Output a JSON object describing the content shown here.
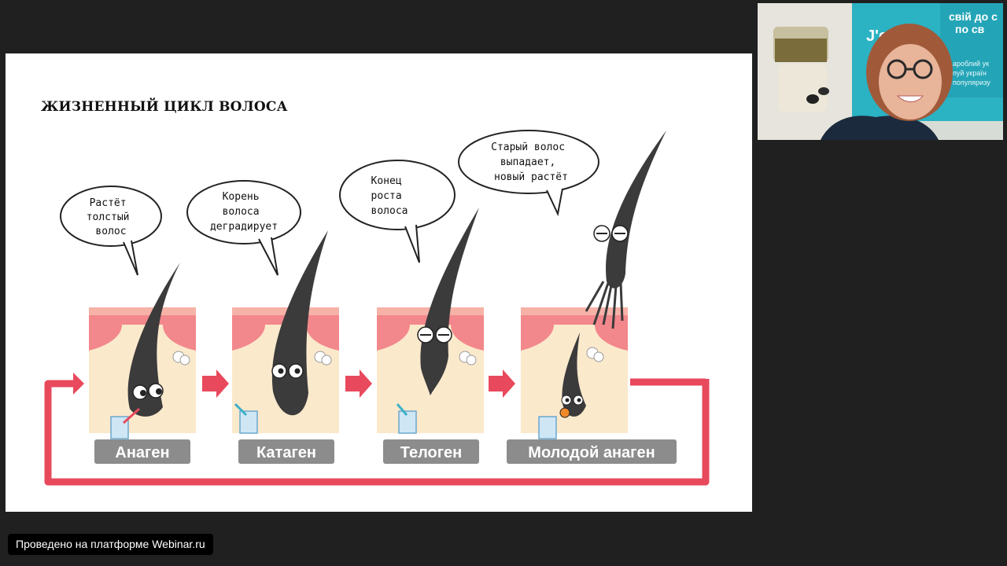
{
  "slide": {
    "title": "ЖИЗНЕННЫЙ ЦИКЛ ВОЛОСА",
    "stages": [
      {
        "label": "Анаген",
        "bubble": [
          "Растёт",
          "толстый",
          "волос"
        ]
      },
      {
        "label": "Катаген",
        "bubble": [
          "Корень",
          "волоса",
          "деградирует"
        ]
      },
      {
        "label": "Телоген",
        "bubble": [
          "Конец",
          "роста",
          "волоса"
        ]
      },
      {
        "label": "Молодой анаген",
        "bubble": [
          "Старый волос",
          "выпадает,",
          "новый растёт"
        ]
      }
    ]
  },
  "webcam": {
    "sign_line1": "свій до с",
    "sign_line2": "по св",
    "brand": "J'erb",
    "sign_small": [
      "ароблий ук",
      "пуй україн",
      "популяризу"
    ]
  },
  "footer": {
    "label": "Проведено на платформе Webinar.ru"
  },
  "colors": {
    "loop": "#e8495c",
    "skin_pink": "#f2878c",
    "skin_beige": "#fbe9cc",
    "hair": "#3b3b3b",
    "label_bg": "#8c8c8c"
  }
}
